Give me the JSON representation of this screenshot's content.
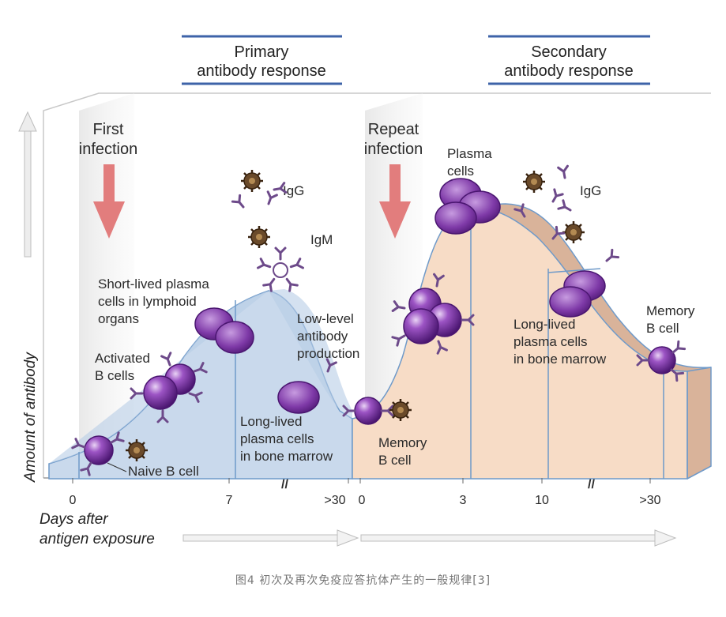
{
  "headers": {
    "primary": [
      "Primary",
      "antibody response"
    ],
    "secondary": [
      "Secondary",
      "antibody response"
    ]
  },
  "events": {
    "first_infection": [
      "First",
      "infection"
    ],
    "repeat_infection": [
      "Repeat",
      "infection"
    ]
  },
  "y_axis_label": "Amount of antibody",
  "x_axis_label": [
    "Days after",
    "antigen exposure"
  ],
  "ticks_primary": [
    "0",
    "7",
    ">30"
  ],
  "ticks_secondary": [
    "0",
    "3",
    "10",
    ">30"
  ],
  "labels": {
    "igg_1": "IgG",
    "igm": "IgM",
    "short_lived": [
      "Short-lived plasma",
      "cells in lymphoid",
      "organs"
    ],
    "activated": [
      "Activated",
      "B cells"
    ],
    "low_level": [
      "Low-level",
      "antibody",
      "production"
    ],
    "long_lived_1": [
      "Long-lived",
      "plasma cells",
      "in bone marrow"
    ],
    "naive": "Naive B cell",
    "memory_1": [
      "Memory",
      "B cell"
    ],
    "plasma_cells": [
      "Plasma",
      "cells"
    ],
    "igg_2": "IgG",
    "long_lived_2": [
      "Long-lived",
      "plasma cells",
      "in bone marrow"
    ],
    "memory_2": [
      "Memory",
      "B cell"
    ]
  },
  "caption": "图4 初次及再次免疫应答抗体产生的一般规律[3]",
  "colors": {
    "primary_fill": "#c9d9ec",
    "primary_front": "#b7cde6",
    "secondary_fill": "#f7dcc6",
    "secondary_back": "#d9b39a",
    "cell": "#7d3aa3",
    "arrow": "#e27d7d",
    "header_line": "#3e63a8"
  }
}
